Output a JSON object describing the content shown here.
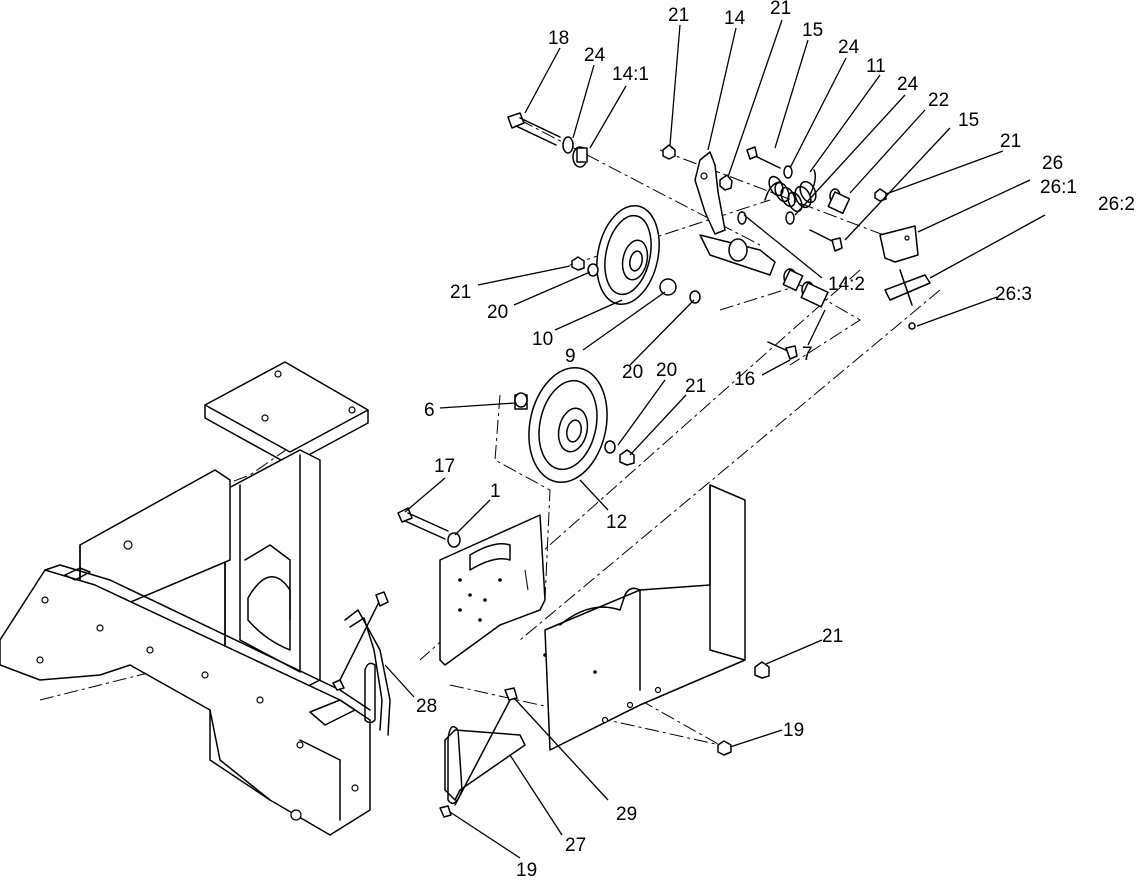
{
  "callouts": {
    "c18": "18",
    "c24a": "24",
    "c14_1": "14:1",
    "c21a": "21",
    "c14": "14",
    "c21b": "21",
    "c15a": "15",
    "c24b": "24",
    "c11": "11",
    "c24c": "24",
    "c22": "22",
    "c15b": "15",
    "c21c": "21",
    "c26": "26",
    "c26_1": "26:1",
    "c26_2": "26:2",
    "c21d": "21",
    "c20a": "20",
    "c14_2": "14:2",
    "c26_3": "26:3",
    "c10": "10",
    "c9": "9",
    "c7": "7",
    "c20b": "20",
    "c16": "16",
    "c20c": "20",
    "c6": "6",
    "c21e": "21",
    "c17": "17",
    "c1": "1",
    "c12": "12",
    "c21f": "21",
    "c28": "28",
    "c19a": "19",
    "c29": "29",
    "c27": "27",
    "c19b": "19"
  }
}
